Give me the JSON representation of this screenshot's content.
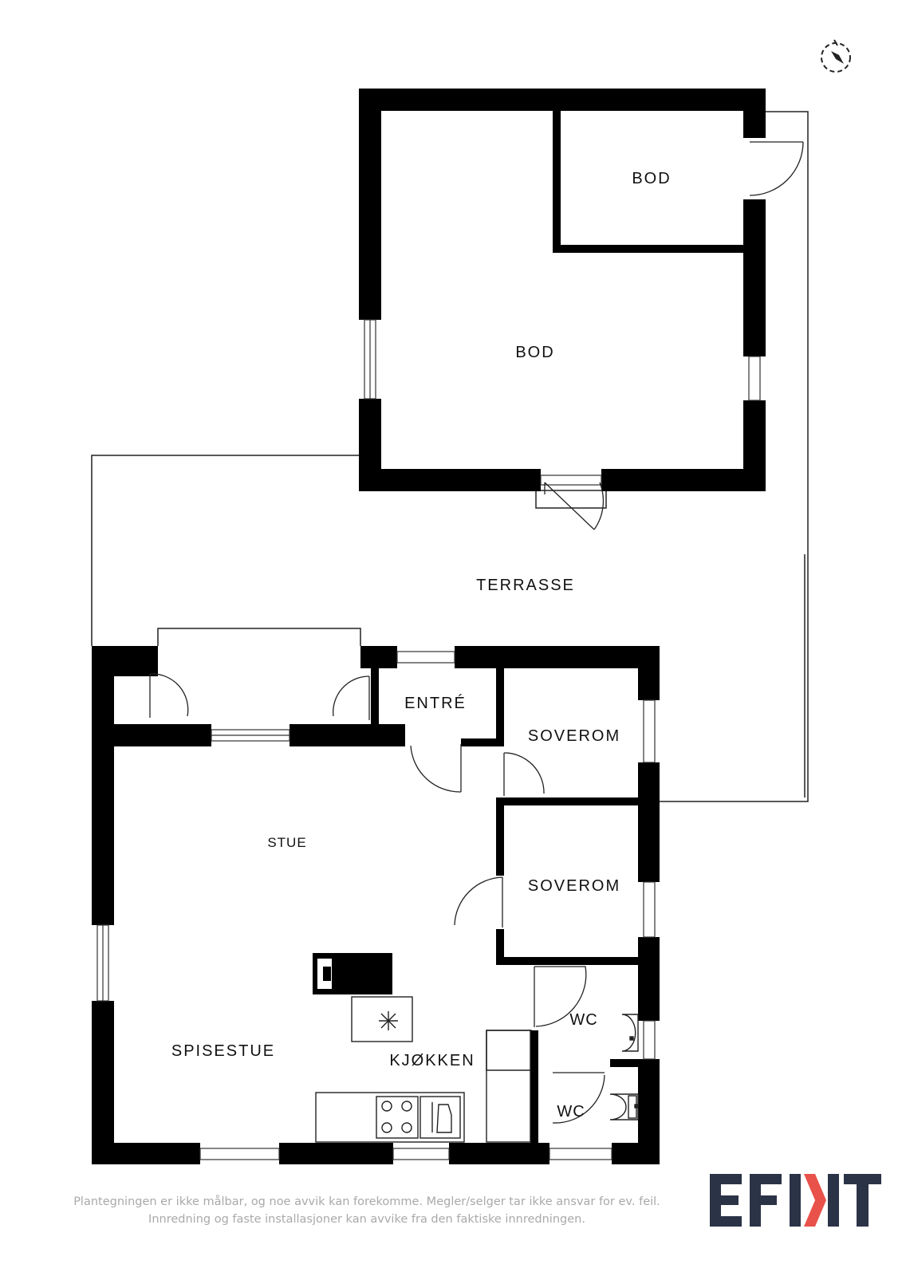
{
  "rooms": {
    "bod_small": "BOD",
    "bod_large": "BOD",
    "terrasse": "TERRASSE",
    "entre": "ENTRÉ",
    "soverom_1": "SOVEROM",
    "soverom_2": "SOVEROM",
    "stue": "STUE",
    "wc_1": "WC",
    "wc_2": "WC",
    "spisestue": "SPISESTUE",
    "kjokken": "KJØKKEN"
  },
  "disclaimer": {
    "line1": "Plantegningen er ikke målbar, og noe avvik kan forekomme. Megler/selger tar ikke ansvar for ev. feil.",
    "line2": "Innredning og faste installasjoner kan avvike fra den faktiske innredningen."
  },
  "logo": {
    "text": "EFKIT",
    "colors": {
      "dark": "#2b3346",
      "accent": "#e8524a"
    }
  },
  "icons": {
    "compass": "compass-icon"
  }
}
